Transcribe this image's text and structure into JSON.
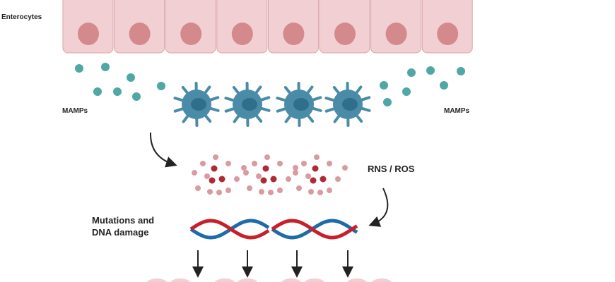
{
  "labels": {
    "enterocytes": "Enterocytes",
    "mamps_left": "MAMPs",
    "mamps_right": "MAMPs",
    "rns_ros": "RNS / ROS",
    "mutations_line1": "Mutations and",
    "mutations_line2": "DNA damage"
  },
  "colors": {
    "cell_fill": "#f2cfd2",
    "cell_stroke": "#d9a3a8",
    "nucleus": "#d4898c",
    "mamp": "#4fa8a4",
    "immune_cell": "#4a8ba8",
    "immune_nucleus": "#2f6f8a",
    "ros_light": "#d89ba0",
    "ros_dark": "#b02a35",
    "dna_red": "#c8202a",
    "dna_blue": "#1f6aa8",
    "arrow": "#222222"
  }
}
